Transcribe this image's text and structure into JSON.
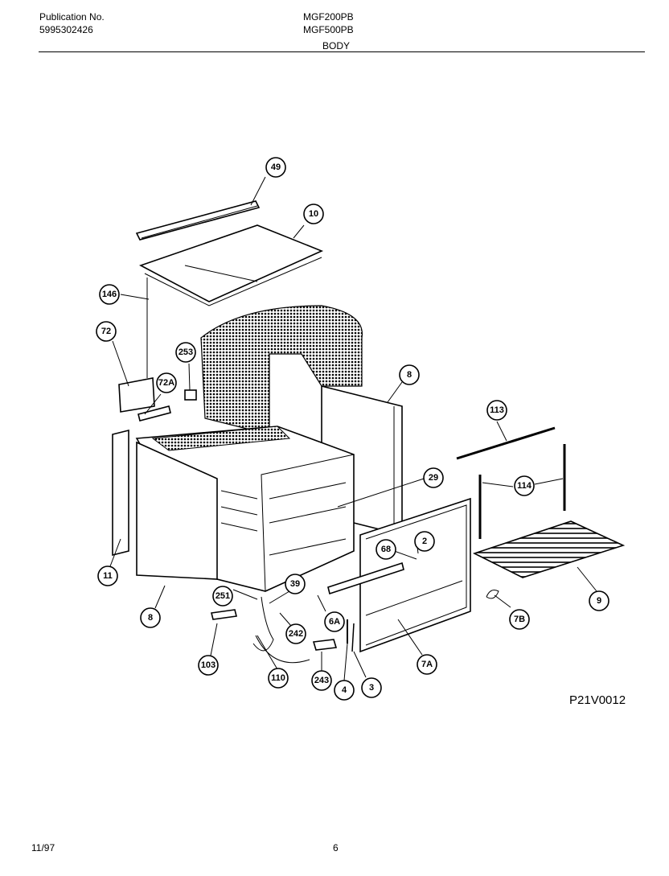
{
  "header": {
    "publication_label": "Publication No.",
    "publication_number": "5995302426",
    "model_1": "MGF200PB",
    "model_2": "MGF500PB",
    "section_title": "BODY"
  },
  "figure_code": "P21V0012",
  "footer": {
    "date": "11/97",
    "page": "6"
  },
  "callouts": [
    "49",
    "10",
    "146",
    "72",
    "253",
    "72A",
    "8",
    "113",
    "114",
    "29",
    "2",
    "68",
    "11",
    "9",
    "8",
    "251",
    "39",
    "7B",
    "6A",
    "242",
    "7A",
    "103",
    "110",
    "243",
    "4",
    "3"
  ]
}
